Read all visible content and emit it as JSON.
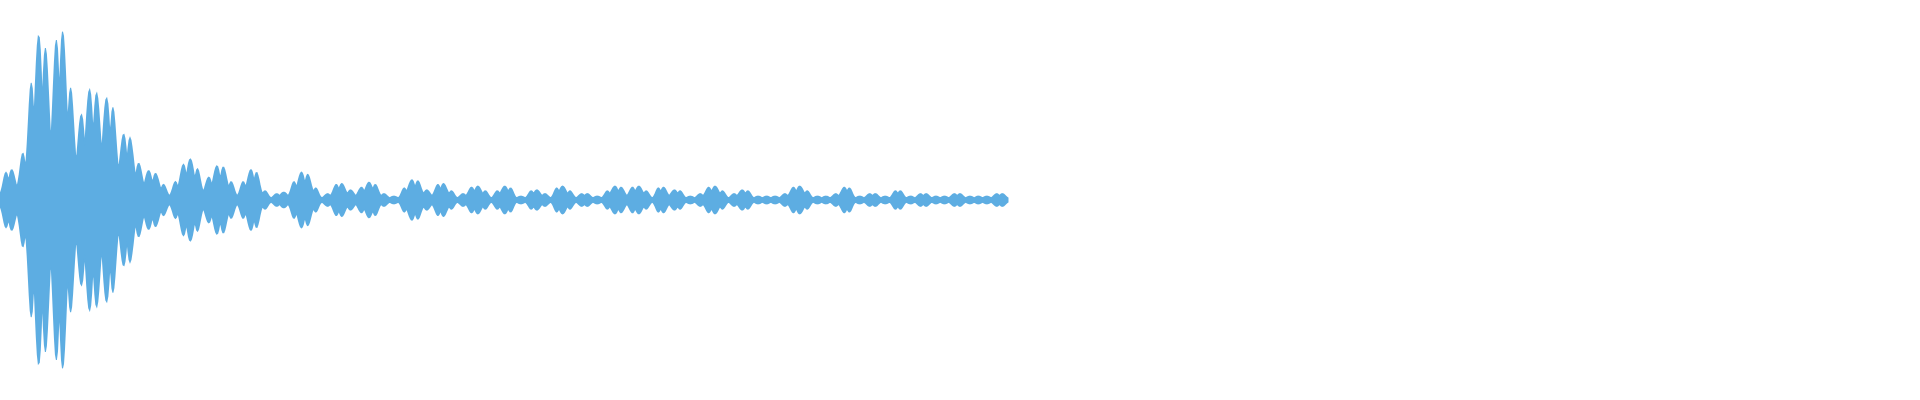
{
  "waveform": {
    "color": "#5dade2",
    "background": "#ffffff",
    "filled_fraction": 0.525,
    "envelope": [
      0.06,
      0.18,
      0.12,
      0.3,
      0.75,
      0.92,
      0.55,
      0.98,
      0.7,
      0.35,
      0.5,
      0.62,
      0.45,
      0.58,
      0.28,
      0.38,
      0.22,
      0.14,
      0.16,
      0.1,
      0.04,
      0.12,
      0.22,
      0.2,
      0.08,
      0.14,
      0.2,
      0.12,
      0.04,
      0.12,
      0.18,
      0.06,
      0.02,
      0.04,
      0.04,
      0.12,
      0.16,
      0.08,
      0.02,
      0.04,
      0.1,
      0.06,
      0.04,
      0.08,
      0.1,
      0.04,
      0.02,
      0.02,
      0.08,
      0.12,
      0.06,
      0.04,
      0.1,
      0.06,
      0.02,
      0.04,
      0.08,
      0.06,
      0.02,
      0.06,
      0.08,
      0.02,
      0.02,
      0.06,
      0.04,
      0.02,
      0.08,
      0.06,
      0.02,
      0.04,
      0.02,
      0.02,
      0.06,
      0.08,
      0.04,
      0.08,
      0.06,
      0.02,
      0.08,
      0.04,
      0.06,
      0.02,
      0.02,
      0.04,
      0.08,
      0.06,
      0.02,
      0.04,
      0.06,
      0.02,
      0.02,
      0.02,
      0.02,
      0.04,
      0.08,
      0.06,
      0.02,
      0.02,
      0.02,
      0.04,
      0.08,
      0.02,
      0.02,
      0.04,
      0.02,
      0.02,
      0.06,
      0.02,
      0.02,
      0.04,
      0.02,
      0.02,
      0.02,
      0.04,
      0.02,
      0.02,
      0.02,
      0.02,
      0.04,
      0.02
    ]
  }
}
